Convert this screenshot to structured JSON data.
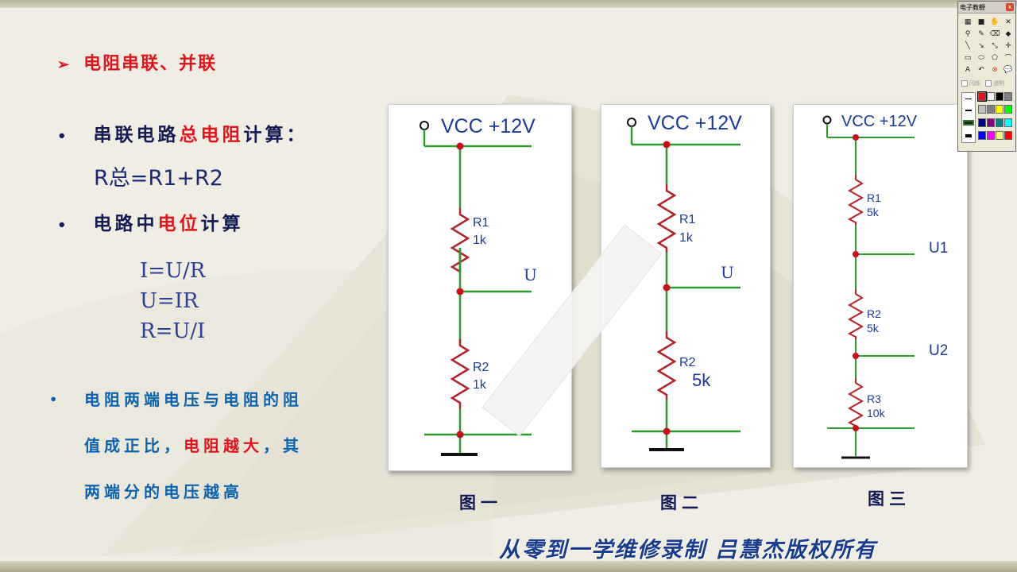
{
  "slide": {
    "heading": "电阻串联、并联",
    "bullet1": {
      "prefix": "串联电路",
      "highlight": "总电阻",
      "suffix": "计算："
    },
    "formula_total": "R总=R1+R2",
    "bullet2": {
      "prefix": "电路中",
      "highlight": "电位",
      "suffix": "计算"
    },
    "ohms_law": [
      "I=U/R",
      "U=IR",
      "R=U/I"
    ],
    "note": {
      "line1": "电阻两端电压与电阻的阻",
      "line2_a": "值成正比，",
      "line2_highlight": "电阻越大",
      "line2_b": "，其",
      "line3": "两端分的电压越高"
    },
    "copyright": "从零到一学维修录制 吕慧杰版权所有"
  },
  "figures": [
    {
      "caption": "图一",
      "vcc": "VCC +12V",
      "r1_name": "R1",
      "r1_value": "1k",
      "r2_name": "R2",
      "r2_value": "1k",
      "node": "U"
    },
    {
      "caption": "图二",
      "vcc": "VCC +12V",
      "r1_name": "R1",
      "r1_value": "1k",
      "r2_name": "R2",
      "r2_value": "5k",
      "node": "U"
    },
    {
      "caption": "图三",
      "vcc": "VCC +12V",
      "r1_name": "R1",
      "r1_value": "5k",
      "r2_name": "R2",
      "r2_value": "5k",
      "r3_name": "R3",
      "r3_value": "10k",
      "node1": "U1",
      "node2": "U2"
    }
  ],
  "toolbox": {
    "title": "电子教鞭",
    "close": "x",
    "check1": "闪烁",
    "check2": "透明",
    "palette_colors": [
      "#e0141c",
      "#f2f2f2",
      "#000000",
      "#7f7f7f",
      "#c0c0c0",
      "#808080",
      "#ffff00",
      "#00ff00",
      "#000080",
      "#800080",
      "#008080",
      "#00ffff",
      "#0000ff",
      "#ff00ff",
      "#ffff80",
      "#ff0000"
    ],
    "wire_color": "#2e9a2e",
    "resistor_color": "#b2232a",
    "node_color": "#c8101a"
  }
}
